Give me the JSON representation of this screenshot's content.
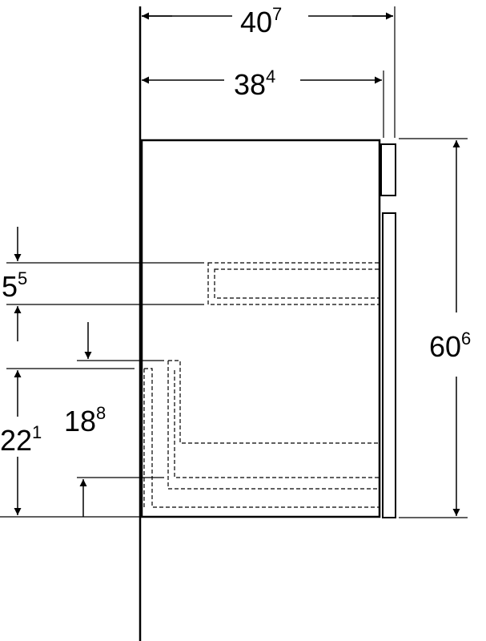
{
  "dimensions": {
    "total_width": {
      "main": "40",
      "sup": "7"
    },
    "inner_width": {
      "main": "38",
      "sup": "4"
    },
    "total_height": {
      "main": "60",
      "sup": "6"
    },
    "upper_drawer": {
      "main": "5",
      "sup": "5"
    },
    "lower_height": {
      "main": "22",
      "sup": "1"
    },
    "lower_drawer": {
      "main": "18",
      "sup": "8"
    }
  }
}
